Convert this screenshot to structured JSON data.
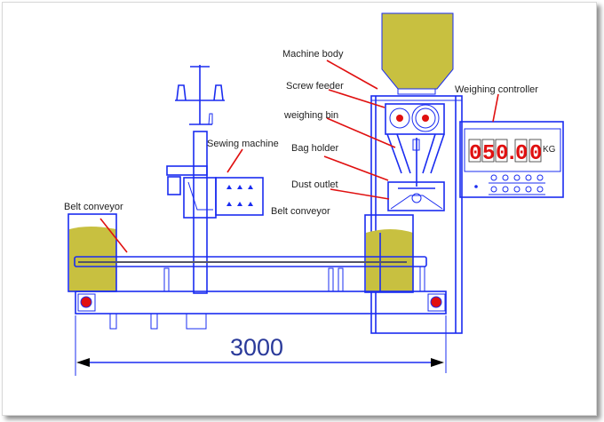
{
  "labels": {
    "machine_body": "Machine body",
    "screw_feeder": "Screw feeder",
    "weighing_bin": "weighing bin",
    "bag_holder": "Bag holder",
    "dust_outlet": "Dust outlet",
    "belt_conveyor_right": "Belt conveyor",
    "sewing_machine": "Sewing machine",
    "belt_conveyor_left": "Belt conveyor",
    "weighing_controller": "Weighing controller"
  },
  "display": {
    "digits": [
      "0",
      "5",
      "0",
      ".",
      "0",
      "0"
    ],
    "unit": "KG"
  },
  "dimension": "3000",
  "colors": {
    "line": "#1a2cf0",
    "leader": "#e01010",
    "material": "#c8c040"
  }
}
